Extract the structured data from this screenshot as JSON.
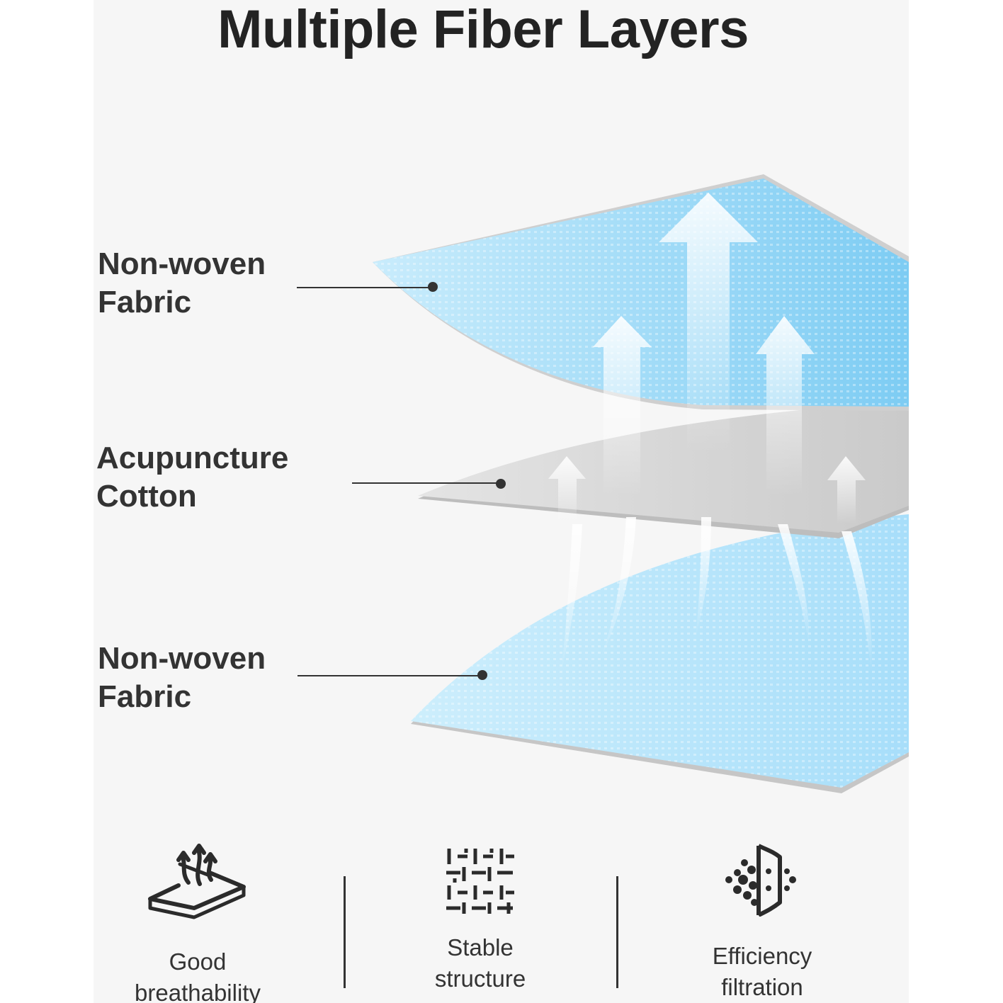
{
  "title": "Multiple Fiber Layers",
  "layers": [
    {
      "line1": "Non-woven",
      "line2": "Fabric"
    },
    {
      "line1": "Acupuncture",
      "line2": "Cotton"
    },
    {
      "line1": "Non-woven",
      "line2": "Fabric"
    }
  ],
  "features": [
    {
      "icon": "breathability-layers-icon",
      "line1": "Good",
      "line2": "breathability"
    },
    {
      "icon": "woven-grid-icon",
      "line1": "Stable",
      "line2": "structure"
    },
    {
      "icon": "filter-particles-icon",
      "line1": "Efficiency",
      "line2": "filtration"
    }
  ],
  "colors": {
    "background": "#f6f6f6",
    "fabric_blue": "#8fd6f8",
    "cotton_gray": "#d2d2d2",
    "text": "#2b2b2b"
  }
}
